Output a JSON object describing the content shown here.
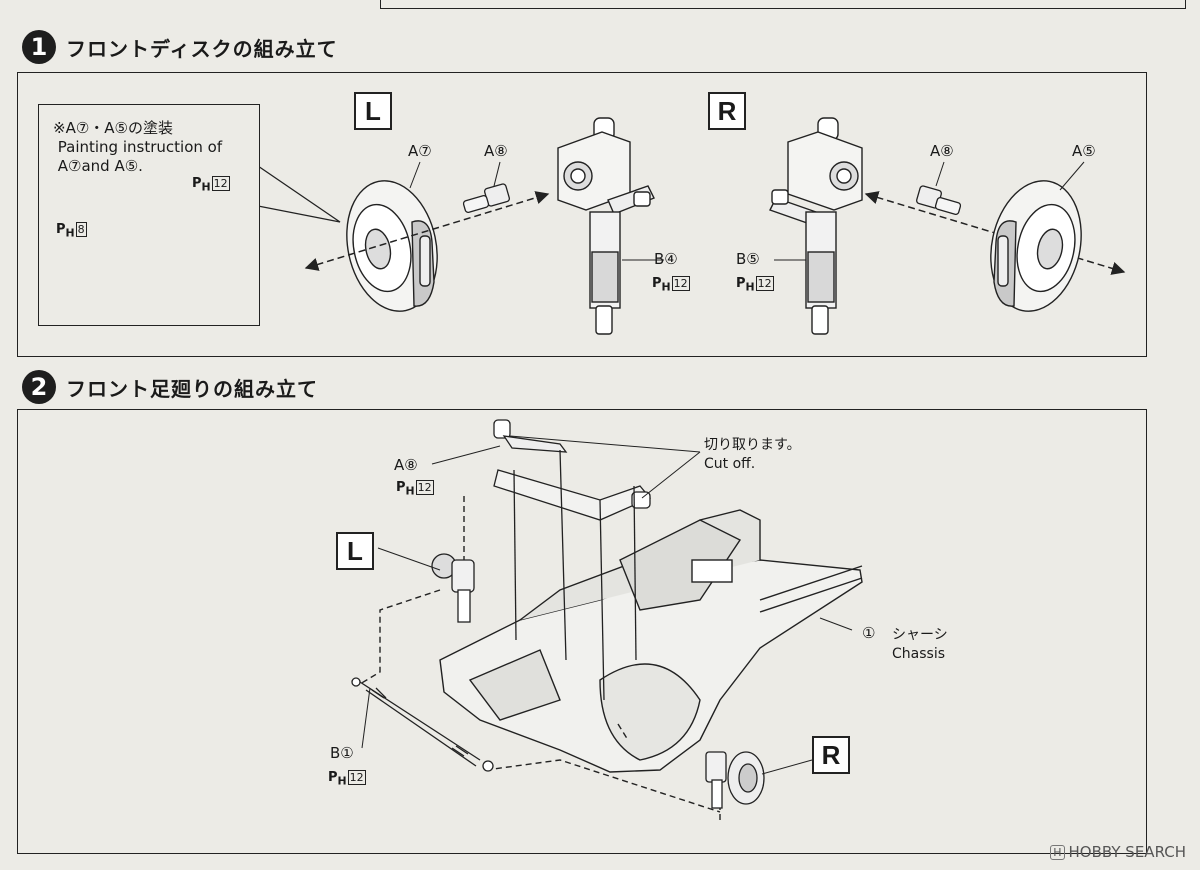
{
  "step1": {
    "number": "1",
    "title": "フロントディスクの組み立て",
    "note": {
      "line1": "※A⑦・A⑤の塗装",
      "line2": " Painting instruction of",
      "line3": " A⑦and A⑤.",
      "ph12": "12",
      "ph8": "8"
    },
    "left_badge": "L",
    "right_badge": "R",
    "labels": {
      "a7": "A⑦",
      "a8_left": "A⑧",
      "b4": "B④",
      "b4_ph": "12",
      "b5": "B⑤",
      "b5_ph": "12",
      "a8_right": "A⑧",
      "a5": "A⑤"
    }
  },
  "step2": {
    "number": "2",
    "title": "フロント足廻りの組み立て",
    "left_badge": "L",
    "right_badge": "R",
    "labels": {
      "a8": "A⑧",
      "a8_ph": "12",
      "cut_jp": "切り取ります。",
      "cut_en": "Cut off.",
      "chassis_num": "①",
      "chassis_jp": "シャーシ",
      "chassis_en": "Chassis",
      "b1": "B①",
      "b1_ph": "12"
    }
  },
  "ph_prefix": "P",
  "ph_sub": "H",
  "watermark": {
    "logo": "H",
    "text": "HOBBY SEARCH"
  }
}
